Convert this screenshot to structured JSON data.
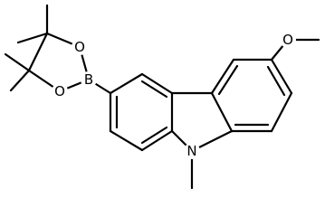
{
  "atoms": {
    "oxygen_ester_upper": "O",
    "oxygen_ester_lower": "O",
    "boron": "B",
    "oxygen_methoxy": "O",
    "nitrogen": "N"
  }
}
